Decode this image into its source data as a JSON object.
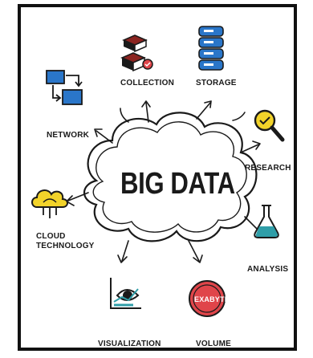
{
  "center": {
    "title": "BIG DATA"
  },
  "topics": {
    "collection": "COLLECTION",
    "storage": "STORAGE",
    "network": "NETWORK",
    "research": "RESEARCH",
    "cloud_line1": "CLOUD",
    "cloud_line2": "TECHNOLOGY",
    "analysis": "ANALYSIS",
    "visualization": "VISUALIZATION",
    "volume": "VOLUME",
    "volume_badge": "EXABYTE"
  },
  "colors": {
    "ink": "#1a1a1a",
    "blue": "#2a76c9",
    "yellow": "#f2d32a",
    "red": "#e0454a",
    "teal": "#2f9ea8",
    "dark_red": "#8b2420"
  }
}
